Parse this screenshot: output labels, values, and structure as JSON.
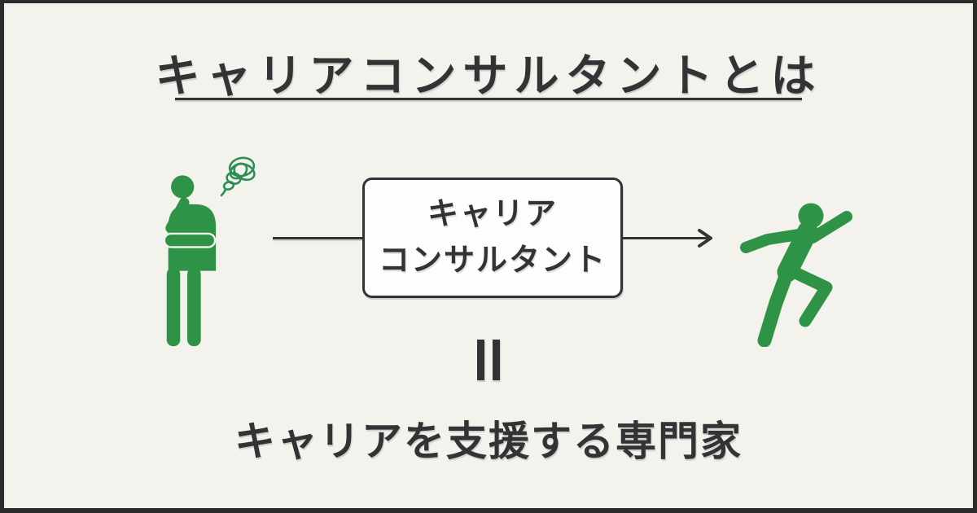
{
  "header": {
    "title": "キャリアコンサルタントとは"
  },
  "flow": {
    "before_figure_icon": "thinking-person-icon",
    "confusion_icon": "tangled-scribble-icon",
    "connector_left_icon": "plain-line-connector",
    "center_box": {
      "label_line1": "キャリア",
      "label_line2": "コンサルタント"
    },
    "connector_right_icon": "arrow-right-icon",
    "after_figure_icon": "running-person-icon"
  },
  "definition": {
    "equals_icon": "double-bar-equals-icon",
    "text": "キャリアを支援する専門家"
  },
  "colors": {
    "frame": "#2b2b2d",
    "paper": "#f3f2ec",
    "ink": "#333336",
    "green": "#2f9347",
    "scribble": "#2e8f55",
    "box_bg": "#fdfdfd"
  }
}
